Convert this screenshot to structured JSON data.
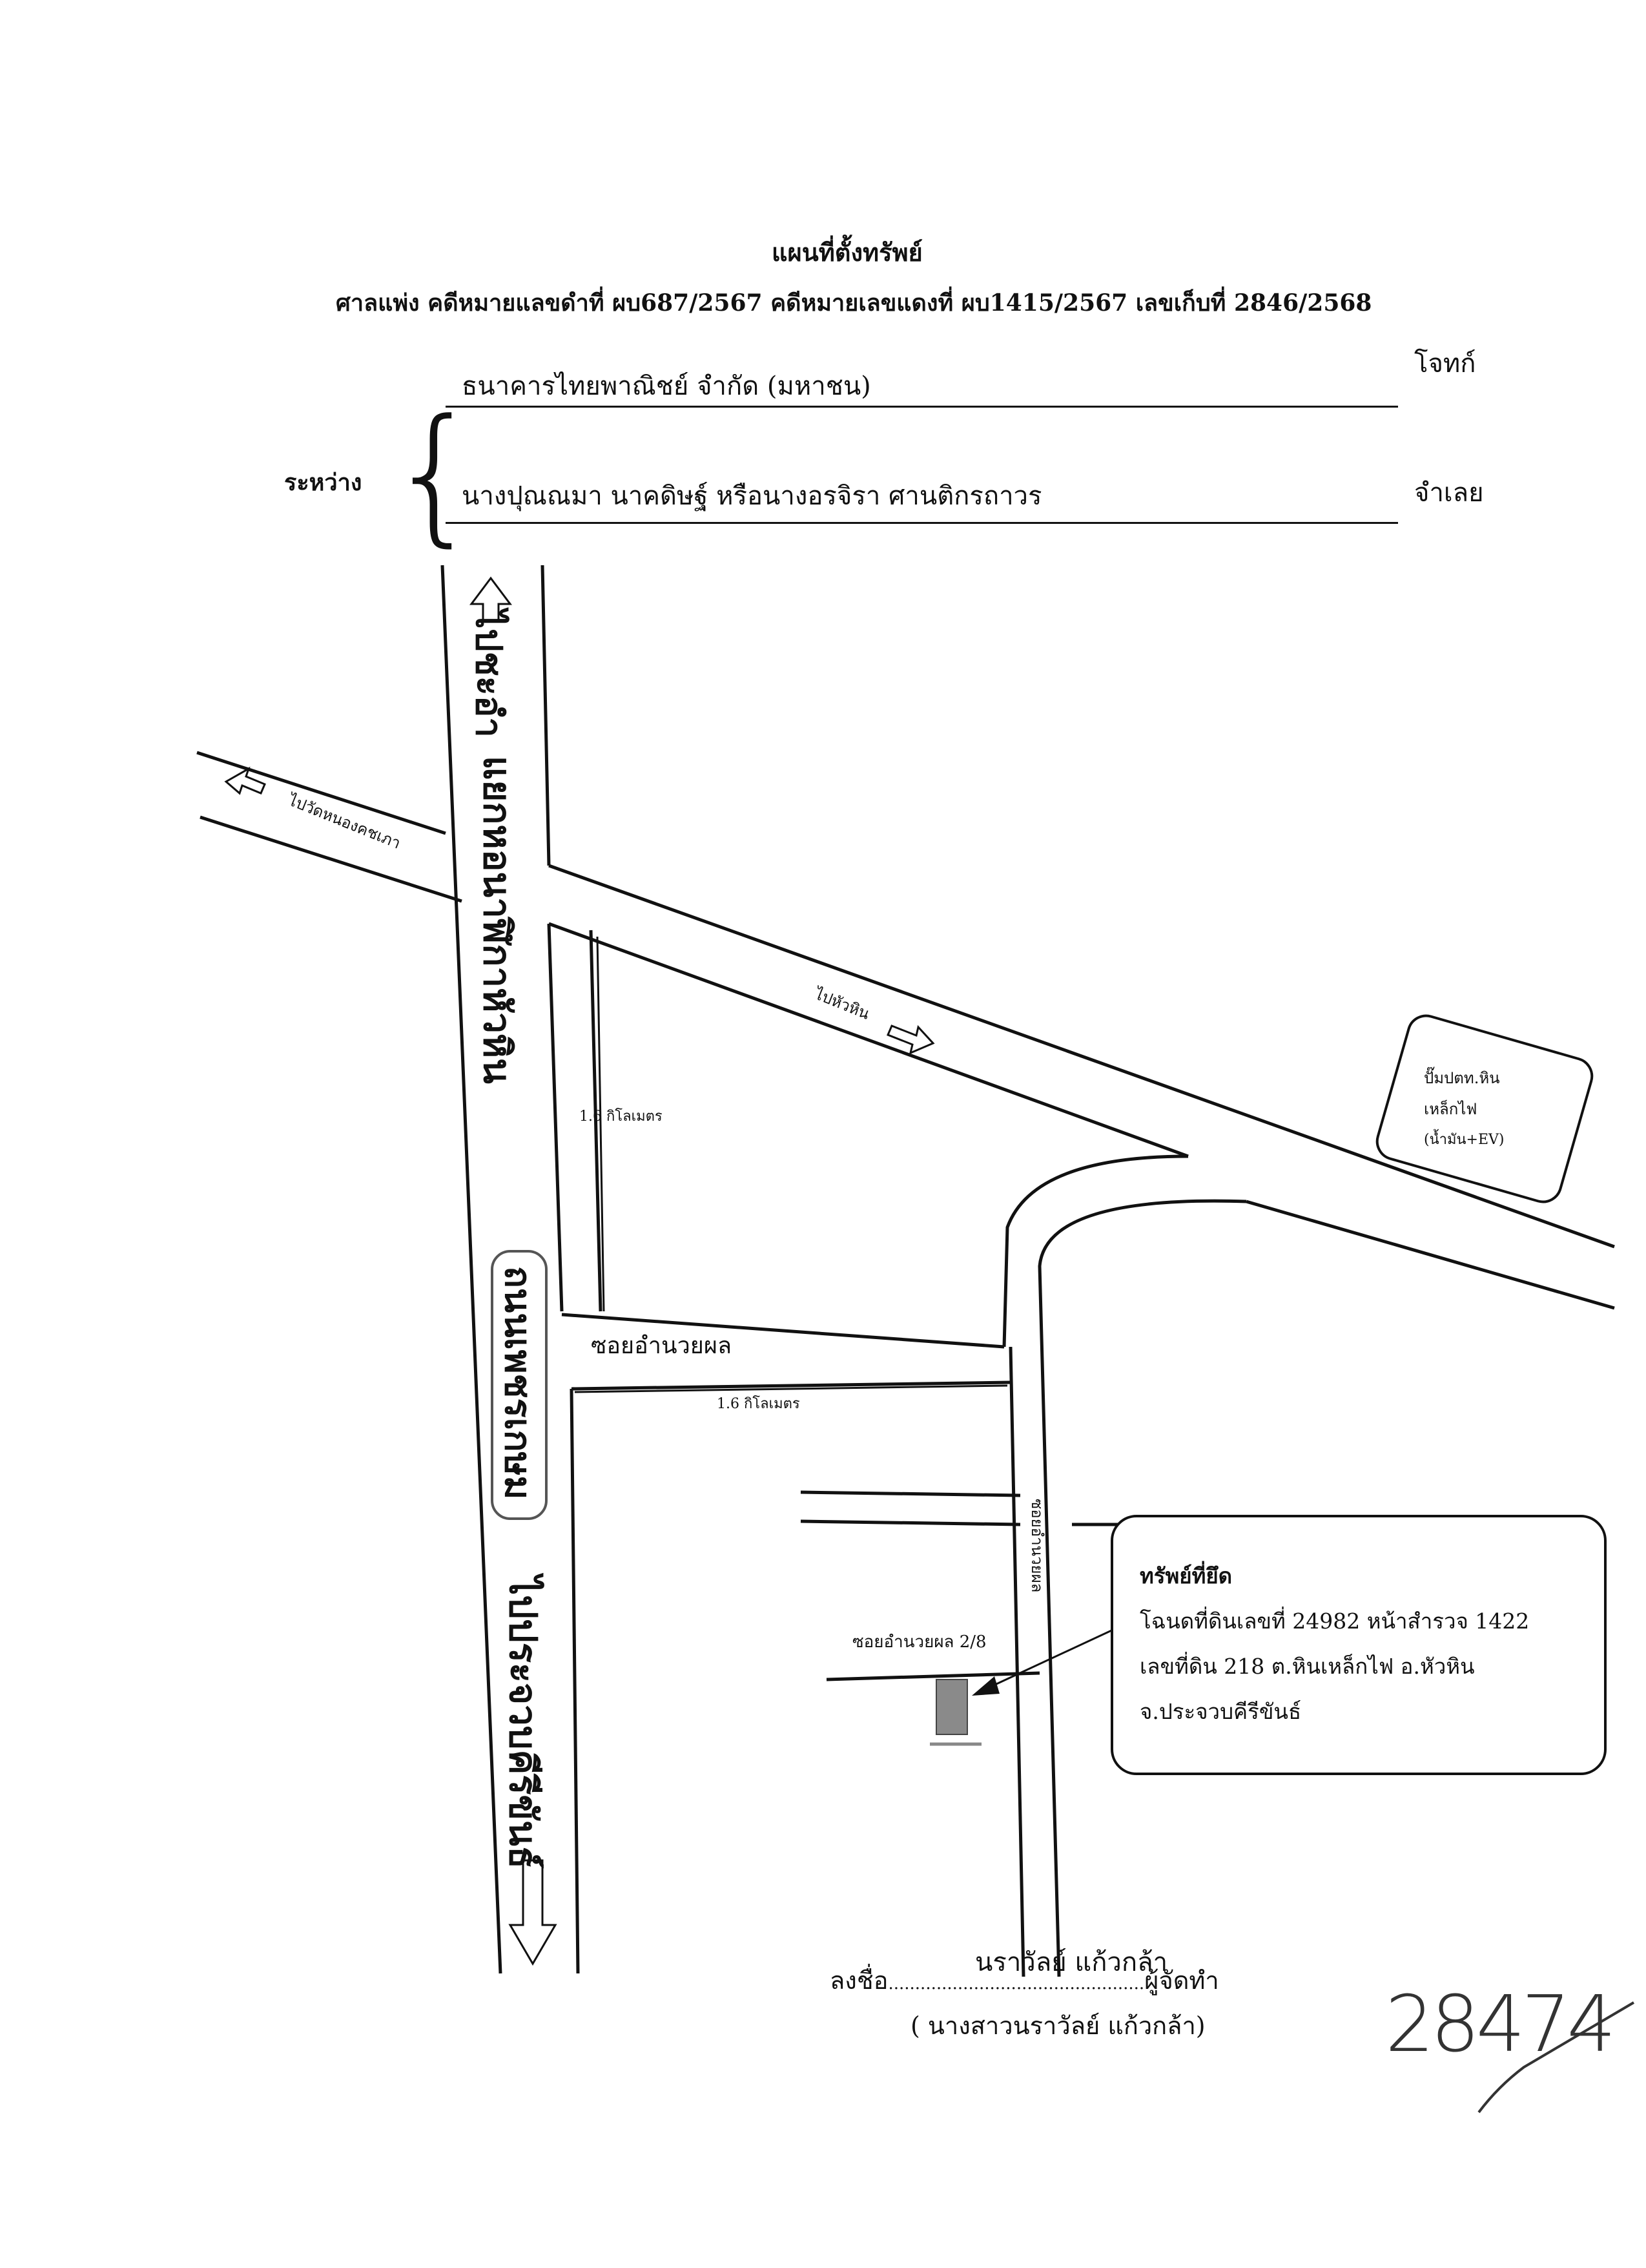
{
  "header": {
    "title": "แผนที่ตั้งทรัพย์",
    "case_line": "ศาลแพ่ง คดีหมายแลขดำที่ ผบ687/2567 คดีหมายเลขแดงที่ ผบ1415/2567 เลขเก็บที่ 2846/2568"
  },
  "parties": {
    "between_label": "ระหว่าง",
    "plaintiff_name": "ธนาคารไทยพาณิชย์ จำกัด (มหาชน)",
    "plaintiff_role": "โจทก์",
    "defendant_name": "นางปุณณมา นาคดิษฐ์ หรือนางอรจิรา ศานติกรถาวร",
    "defendant_role": "จำเลย"
  },
  "map": {
    "to_cha_am": "ไปชะอำ",
    "km_tower_junction": "แยกหอนาฬิกาหัวหิน",
    "main_road_name": "ถนนเพชรเกษม",
    "to_prachuap": "ไปประจวบคีรีขันธ์",
    "to_wat_nong_khot": "ไปวัดหนองคชเภา",
    "to_hua_hin": "ไปหัวหิน",
    "distance_1": "1.6 กิโลเมตร",
    "distance_2": "1.6 กิโลเมตร",
    "soi_amnuayphon": "ซอยอำนวยผล",
    "soi_amnuayphon_vertical": "ซอยอำนวยผล",
    "soi_amnuayphon_2_8": "ซอยอำนวยผล 2/8",
    "pump_line1": "ปั๊มปตท.หิน",
    "pump_line2": "เหล็กไฟ",
    "pump_line3": "(น้ำมัน+EV)"
  },
  "property": {
    "heading": "ทรัพย์ที่ยึด",
    "line1": "โฉนดที่ดินเลขที่ 24982 หน้าสำรวจ 1422",
    "line2": "เลขที่ดิน 218 ต.หินเหล็กไฟ  อ.หัวหิน",
    "line3": "จ.ประจวบคีรีขันธ์"
  },
  "signature": {
    "sign_label": "ลงชื่อ",
    "dots": "................................................",
    "signer_handwritten": "นราวัลย์ แก้วกล้า",
    "role": "ผู้จัดทำ",
    "printed_name": "( นางสาวนราวัลย์ แก้วกล้า)",
    "margin_note": "28474"
  }
}
